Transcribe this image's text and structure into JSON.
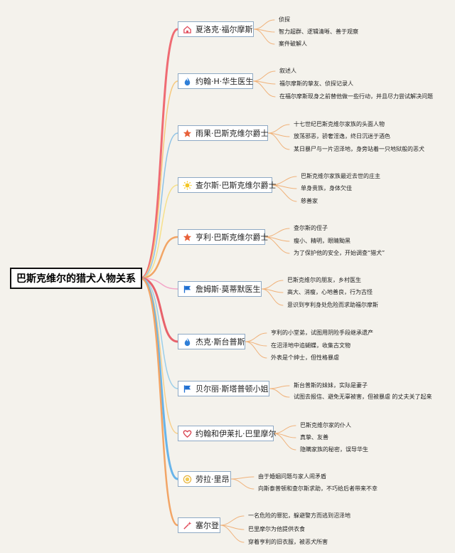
{
  "root": {
    "label": "巴斯克维尔的猎犬人物关系"
  },
  "colors": {
    "background": "#f4f2ec",
    "node_border": "#8ea9c4",
    "leaf_branch": "#f0b27a"
  },
  "branches": [
    {
      "id": "holmes",
      "label": "夏洛克·福尔摩斯",
      "icon": "home-icon",
      "color": "#ef6b73",
      "width": 3,
      "leaves": [
        "侦探",
        "智力超群、逻辑清晰、善于观察",
        "案件破解人"
      ]
    },
    {
      "id": "watson",
      "label": "约翰·H·华生医生",
      "icon": "flame-icon",
      "color": "#f6c97d",
      "width": 1.5,
      "leaves": [
        "叙述人",
        "福尔摩斯的挚友、侦探记录人",
        "在福尔摩斯现身之前替他做一些行动，并且尽力尝试解决问题"
      ]
    },
    {
      "id": "hugo",
      "label": "雨果·巴斯克维尔爵士",
      "icon": "star-icon",
      "color": "#8fc3e6",
      "width": 1.5,
      "leaves": [
        "十七世纪巴斯克维尔家族的头面人物",
        "放荡邪恶，骄奢淫逸，终日沉迷于酒色",
        "某日暴尸与一片沼泽地，身旁站着一只地狱般的恶犬"
      ]
    },
    {
      "id": "charles",
      "label": "查尔斯·巴斯克维尔爵士",
      "icon": "sun-icon",
      "color": "#f6e08a",
      "width": 1.5,
      "leaves": [
        "巴斯克维尔家族最近去世的庄主",
        "单身贵族，身体欠佳",
        "慈善家"
      ]
    },
    {
      "id": "henry",
      "label": "亨利·巴斯克维尔爵士",
      "icon": "star-icon",
      "color": "#f2a566",
      "width": 2.5,
      "leaves": [
        "查尔斯的侄子",
        "瘦小、精明，眼睛黝黑",
        "为了保护他的安全，开始调查“猎犬”"
      ]
    },
    {
      "id": "mortimer",
      "label": "詹姆斯·莫蒂默医生",
      "icon": "flag-icon",
      "color": "#f3a6c8",
      "width": 1.5,
      "leaves": [
        "巴斯克维尔的朋友，乡村医生",
        "高大、消瘦，心地善良，行为古怪",
        "意识到亨利身处危险而求助福尔摩斯"
      ]
    },
    {
      "id": "stapleton",
      "label": "杰克·斯台普斯",
      "icon": "flame-icon",
      "color": "#e8626b",
      "width": 3,
      "leaves": [
        "亨利的小堂弟，试图用阴险手段继承遗产",
        "在沼泽地中追蝴蝶，收集古文物",
        "外表是个绅士，但性格暴虐"
      ]
    },
    {
      "id": "beryl",
      "label": "贝尔丽·斯塔普顿小姐",
      "icon": "flag-icon",
      "color": "#9ccfe9",
      "width": 1.5,
      "leaves": [
        "斯台普斯的妹妹，实际是妻子",
        "试图去报信、避免无辜被害，但被暴虐 的丈夫关了起来"
      ]
    },
    {
      "id": "barrymore",
      "label": "约翰和伊莱扎·巴里摩尔",
      "icon": "heart-icon",
      "color": "#f7d08c",
      "width": 1.5,
      "leaves": [
        "巴斯克维尔家的仆人",
        "真挚、友善",
        "隐瞒家族的秘密，误导华生"
      ]
    },
    {
      "id": "laura",
      "label": "劳拉·里昂",
      "icon": "badge-icon",
      "color": "#67b4ea",
      "width": 3,
      "leaves": [
        "由于婚姻问题与家人闹矛盾",
        "向斯泰普顿和查尔斯求助，不巧给后者带来不幸"
      ]
    },
    {
      "id": "selden",
      "label": "塞尔登",
      "icon": "wand-icon",
      "color": "#f2a566",
      "width": 2.5,
      "leaves": [
        "一名危险的罪犯，躲避警方而逃到沼泽地",
        "巴里摩尔为他提供衣食",
        "穿着亨利的旧衣服，被恶犬所害"
      ]
    }
  ]
}
